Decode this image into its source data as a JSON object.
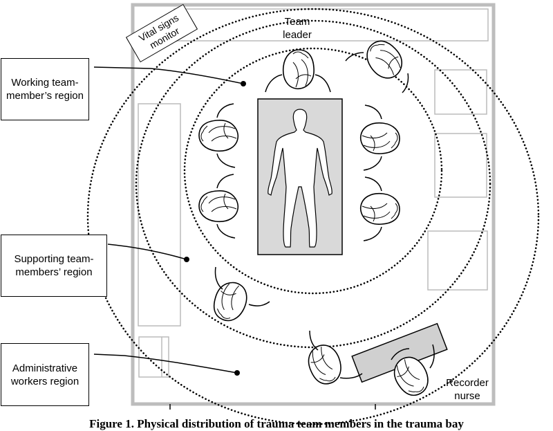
{
  "labels": {
    "working_region": [
      "Working team-",
      "member’s region"
    ],
    "supporting_region": [
      "Supporting team-",
      "members’ region"
    ],
    "administrative_region": [
      "Administrative",
      "workers region"
    ],
    "vital_signs": [
      "Vital signs",
      "monitor"
    ],
    "team_leader": [
      "Team",
      "leader"
    ],
    "recorder_nurse": [
      "Recorder",
      "nurse"
    ]
  },
  "caption": "Figure 1. Physical distribution of trauma team members in the trauma bay"
}
